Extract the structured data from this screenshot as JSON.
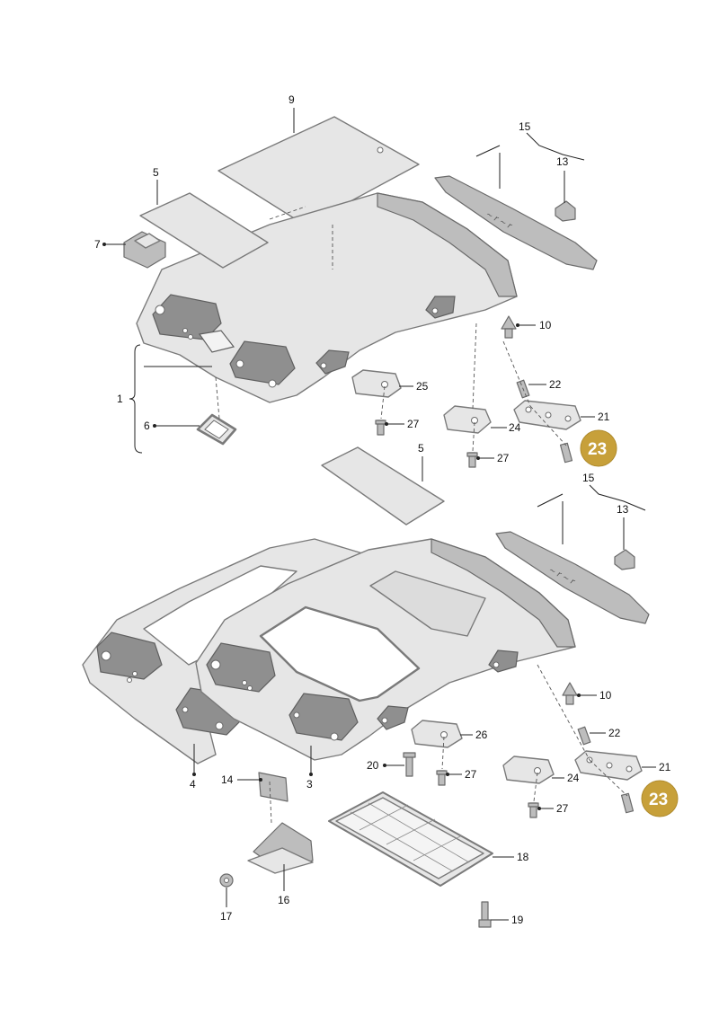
{
  "labels": {
    "p1": "1",
    "p3": "3",
    "p4": "4",
    "p5a": "5",
    "p5b": "5",
    "p6": "6",
    "p7": "7",
    "p9": "9",
    "p10a": "10",
    "p10b": "10",
    "p13a": "13",
    "p13b": "13",
    "p14": "14",
    "p15a": "15",
    "p15b": "15",
    "p16": "16",
    "p17": "17",
    "p18": "18",
    "p19": "19",
    "p20": "20",
    "p21a": "21",
    "p21b": "21",
    "p22a": "22",
    "p22b": "22",
    "p23a": "23",
    "p23b": "23",
    "p24a": "24",
    "p24b": "24",
    "p25": "25",
    "p26": "26",
    "p27a": "27",
    "p27b": "27",
    "p27c": "27",
    "p27d": "27"
  },
  "colors": {
    "highlight": "#c7a03a",
    "part_fill": "#e6e6e6",
    "outline": "#7a7a7a"
  }
}
